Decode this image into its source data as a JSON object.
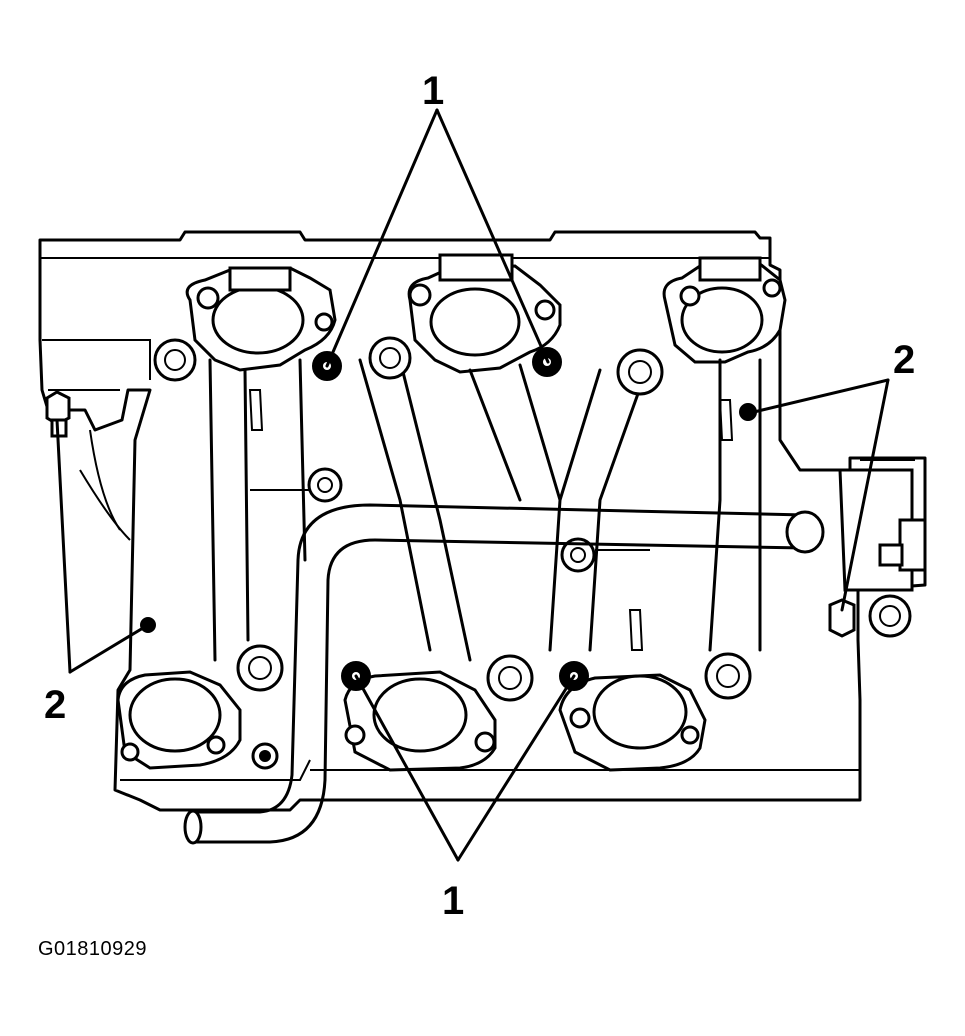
{
  "callouts": {
    "label_1_top": "1",
    "label_1_bottom": "1",
    "label_2_right": "2",
    "label_2_left": "2"
  },
  "figure_id": "G01810929",
  "colors": {
    "line": "#000000",
    "background": "#ffffff"
  }
}
